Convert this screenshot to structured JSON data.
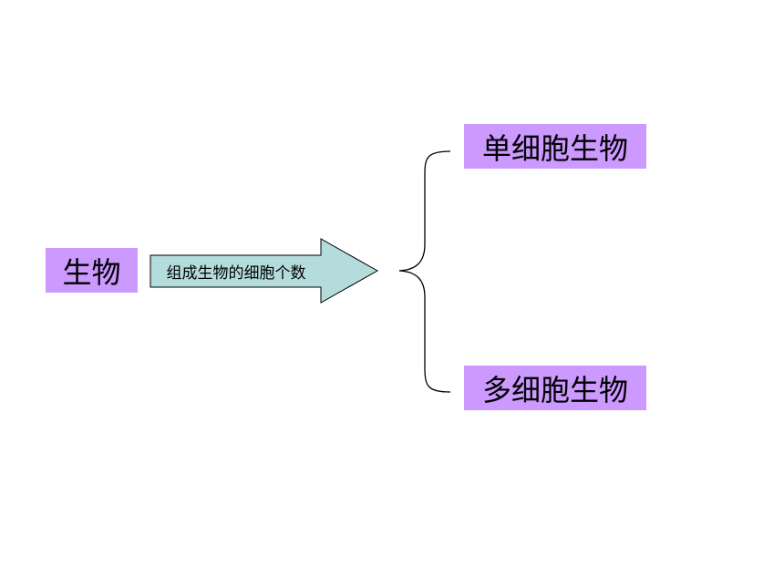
{
  "diagram": {
    "root": {
      "label": "生物"
    },
    "arrow": {
      "label": "组成生物的细胞个数"
    },
    "branches": [
      {
        "label": "单细胞生物"
      },
      {
        "label": "多细胞生物"
      }
    ]
  },
  "colors": {
    "box_fill": "#cc99ff",
    "arrow_fill": "#b4dcdc",
    "stroke": "#000000"
  }
}
